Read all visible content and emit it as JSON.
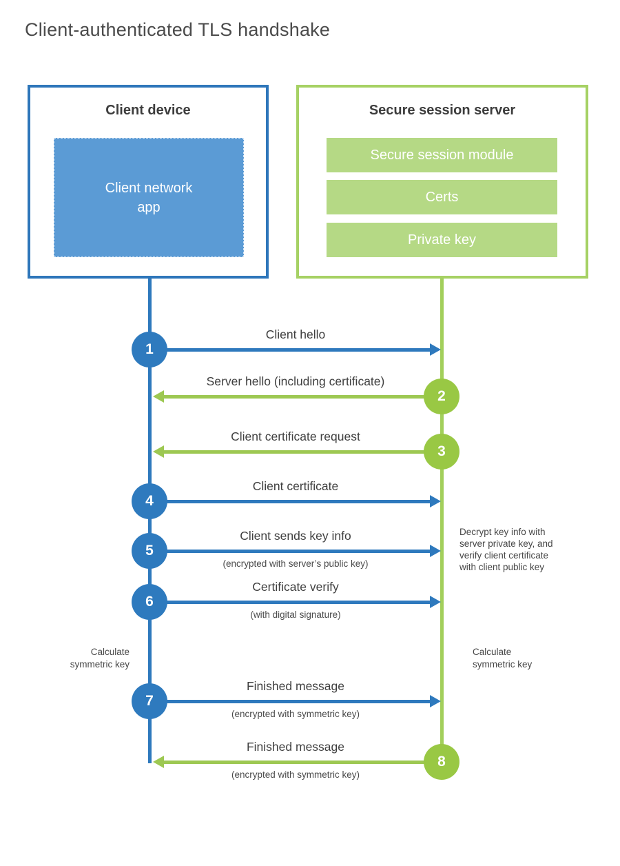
{
  "title": "Client-authenticated TLS handshake",
  "colors": {
    "blue": "#2e79bd",
    "blue_fill": "#5b9bd5",
    "green": "#9dc852",
    "green_border": "#a6d164",
    "green_fill": "#b5d985",
    "text_dark": "#3d3d3d",
    "text_gray": "#4a4a4a"
  },
  "client_box": {
    "title": "Client device",
    "app_line1": "Client network",
    "app_line2": "app"
  },
  "server_box": {
    "title": "Secure session server",
    "modules": [
      "Secure session module",
      "Certs",
      "Private key"
    ]
  },
  "steps": [
    {
      "num": "1",
      "label": "Client hello",
      "sub": "",
      "direction": "client-to-server"
    },
    {
      "num": "2",
      "label": "Server hello (including certificate)",
      "sub": "",
      "direction": "server-to-client"
    },
    {
      "num": "3",
      "label": "Client certificate request",
      "sub": "",
      "direction": "server-to-client"
    },
    {
      "num": "4",
      "label": "Client certificate",
      "sub": "",
      "direction": "client-to-server"
    },
    {
      "num": "5",
      "label": "Client sends key info",
      "sub": "(encrypted with server’s public key)",
      "direction": "client-to-server"
    },
    {
      "num": "6",
      "label": "Certificate verify",
      "sub": "(with digital signature)",
      "direction": "client-to-server"
    },
    {
      "num": "7",
      "label": "Finished message",
      "sub": "(encrypted with symmetric key)",
      "direction": "client-to-server"
    },
    {
      "num": "8",
      "label": "Finished message",
      "sub": "(encrypted with symmetric key)",
      "direction": "server-to-client"
    }
  ],
  "notes": {
    "decrypt_lines": [
      "Decrypt key info with",
      "server private key, and",
      "verify client certificate",
      "with client public key"
    ],
    "calc_left_lines": [
      "Calculate",
      "symmetric key"
    ],
    "calc_right_lines": [
      "Calculate",
      "symmetric key"
    ]
  }
}
